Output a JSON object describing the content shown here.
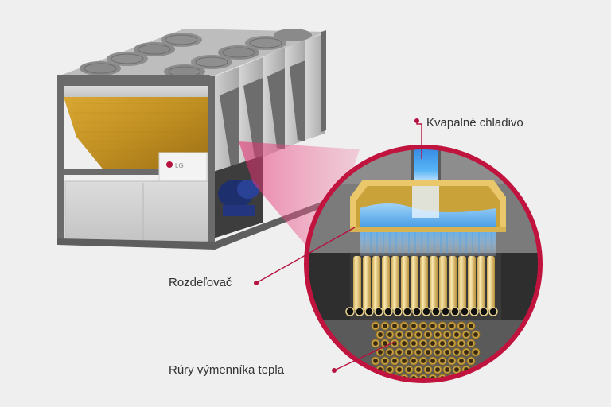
{
  "labels": {
    "liquid_refrigerant": "Kvapalné chladivo",
    "distributor": "Rozdeľovač",
    "heat_exchanger_tubes": "Rúry výmenníka tepla"
  },
  "unit": {
    "brand_logo": "LG"
  },
  "colors": {
    "background": "#efefef",
    "accent": "#b5123f",
    "callout_ring": "#c0143f",
    "tube_yellow": "#e8d38e",
    "refrigerant_blue": "#3a8ee0",
    "coil_gold": "#c99a2c"
  },
  "icons": {
    "brand_logo": "lg-logo-icon"
  }
}
